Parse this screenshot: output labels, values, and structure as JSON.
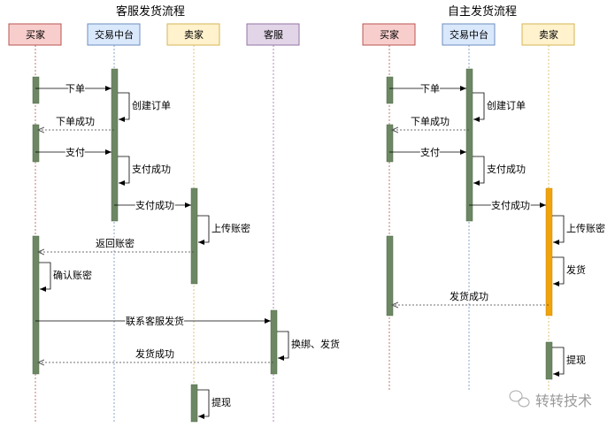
{
  "left": {
    "title": "客服发货流程",
    "participants": [
      "买家",
      "交易中台",
      "卖家",
      "客服"
    ],
    "messages": [
      "下单",
      "创建订单",
      "下单成功",
      "支付",
      "支付成功",
      "支付成功",
      "上传账密",
      "返回账密",
      "确认账密",
      "联系客服发货",
      "换绑、发货",
      "发货成功",
      "提现"
    ]
  },
  "right": {
    "title": "自主发货流程",
    "participants": [
      "买家",
      "交易中台",
      "卖家"
    ],
    "messages": [
      "下单",
      "创建订单",
      "下单成功",
      "支付",
      "支付成功",
      "支付成功",
      "上传账密",
      "发货",
      "发货成功",
      "提现"
    ]
  },
  "watermark": "转转技术",
  "colors": {
    "activation": "#6d8764",
    "activation_highlight": "#f0a30a"
  }
}
